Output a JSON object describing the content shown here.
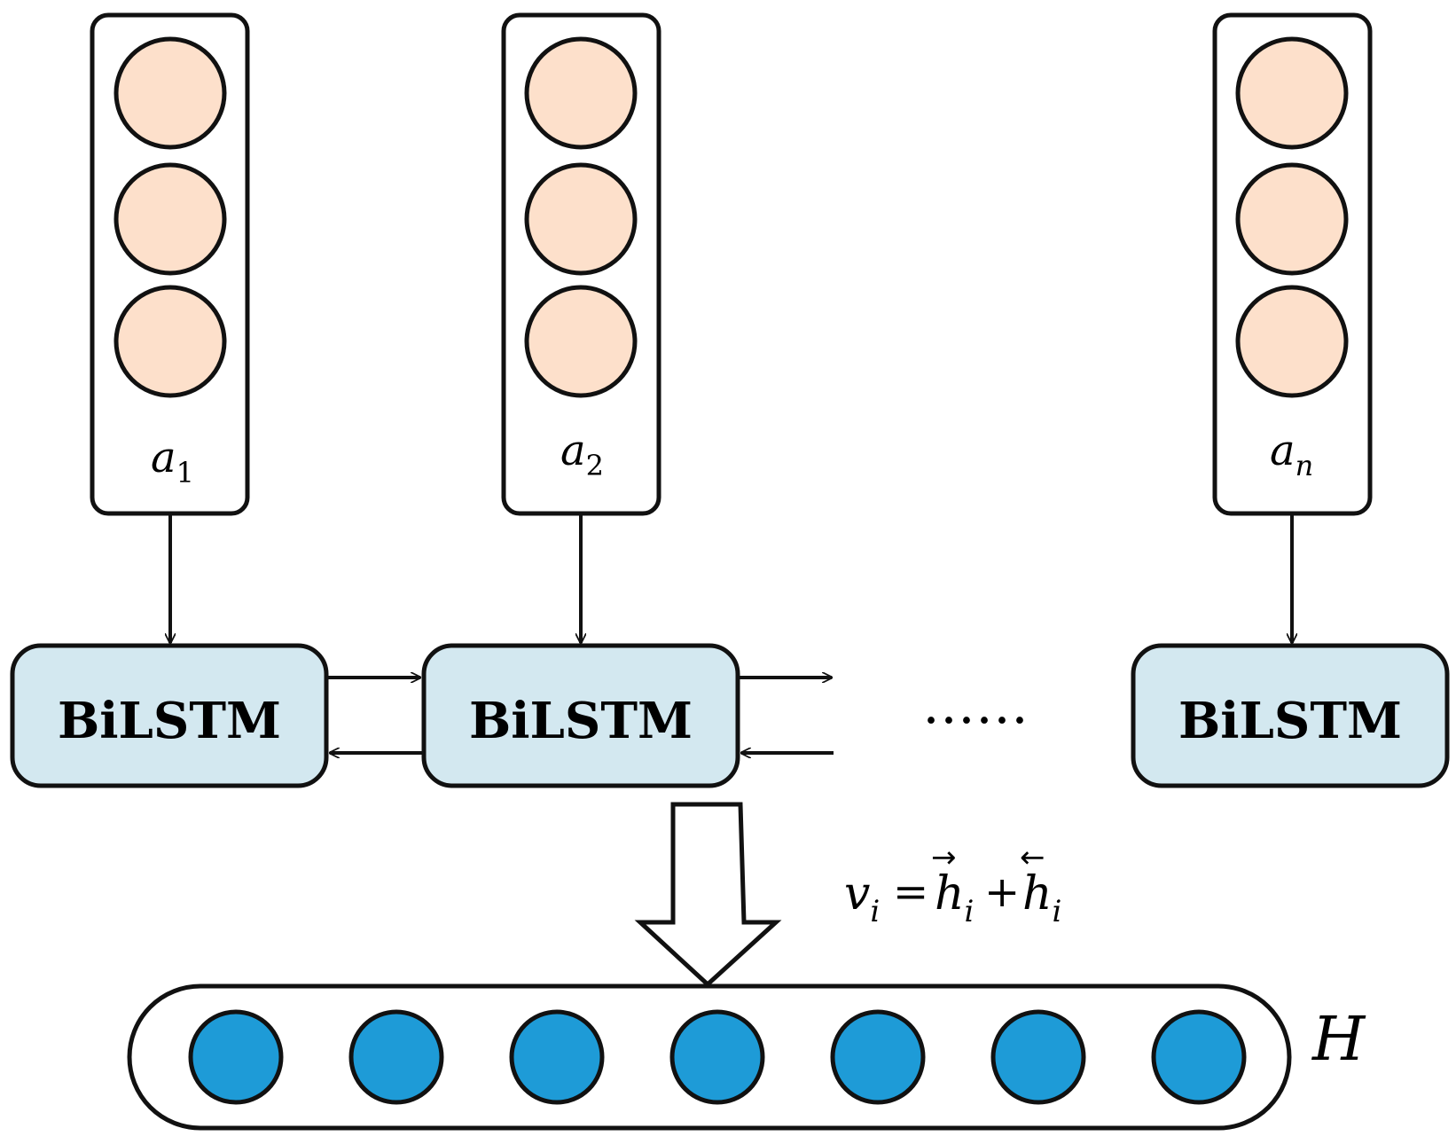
{
  "inputs": [
    {
      "base": "a",
      "sub": "1"
    },
    {
      "base": "a",
      "sub": "2"
    },
    {
      "base": "a",
      "sub": "n"
    }
  ],
  "bilstm_label": "BiLSTM",
  "ellipsis": "……",
  "formula": {
    "v": "v",
    "v_sub": "i",
    "eq": "=",
    "h1": "h",
    "h1_sub": "i",
    "h1_arrow": "→",
    "plus": "+",
    "h2": "h",
    "h2_sub": "i",
    "h2_arrow": "←"
  },
  "output_label": "H",
  "colors": {
    "input_circle": "#fde0cb",
    "bilstm_fill": "#d3e8f0",
    "output_circle": "#1e9bd7",
    "stroke": "#111111"
  }
}
